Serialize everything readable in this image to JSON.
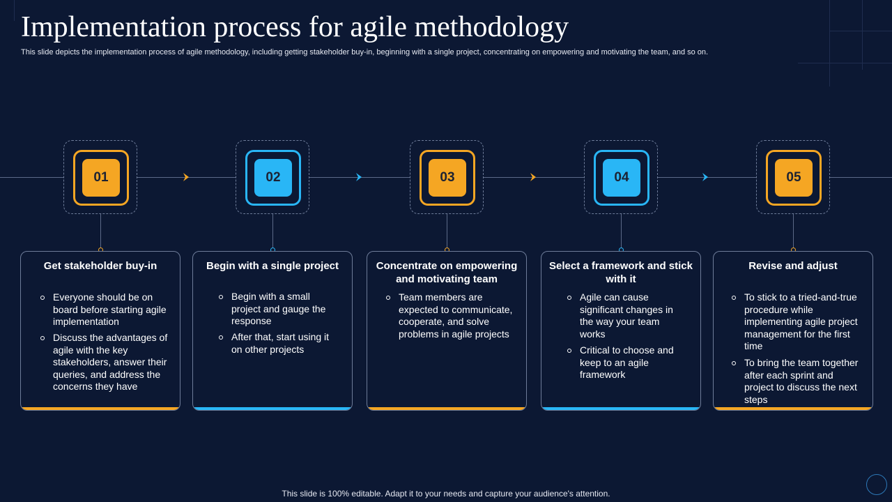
{
  "header": {
    "title": "Implementation process for agile methodology",
    "subtitle": "This slide depicts the implementation process of agile methodology, including getting stakeholder buy-in, beginning with a single project, concentrating on empowering and motivating the team, and so on."
  },
  "colors": {
    "background": "#0c1833",
    "orange_accent": "#f5a623",
    "blue_accent": "#29b6f6",
    "line": "#5c6a88"
  },
  "steps": [
    {
      "number": "01",
      "accent": "orange",
      "title": "Get stakeholder buy-in",
      "bullets": [
        "Everyone should be on board before starting agile implementation",
        "Discuss the advantages of agile with the key stakeholders, answer their queries, and address the concerns they have"
      ]
    },
    {
      "number": "02",
      "accent": "blue",
      "title": "Begin with a single project",
      "bullets": [
        "Begin with a small project and gauge the response",
        "After that, start using it on other projects"
      ]
    },
    {
      "number": "03",
      "accent": "orange",
      "title": "Concentrate on empowering and motivating team",
      "bullets": [
        "Team members are expected to communicate, cooperate, and solve problems in agile projects"
      ]
    },
    {
      "number": "04",
      "accent": "blue",
      "title": "Select a framework and stick with it",
      "bullets": [
        "Agile can cause significant changes in the way your team works",
        "Critical to choose and keep to an agile framework"
      ]
    },
    {
      "number": "05",
      "accent": "orange",
      "title": "Revise and adjust",
      "bullets": [
        "To stick to a tried-and-true procedure while implementing agile project management for the first time",
        "To bring the team together after each sprint and project to discuss the next steps"
      ]
    }
  ],
  "arrows": [
    "orange",
    "blue",
    "orange",
    "blue"
  ],
  "footer": "This slide is 100% editable. Adapt it to your needs and capture your audience's attention."
}
